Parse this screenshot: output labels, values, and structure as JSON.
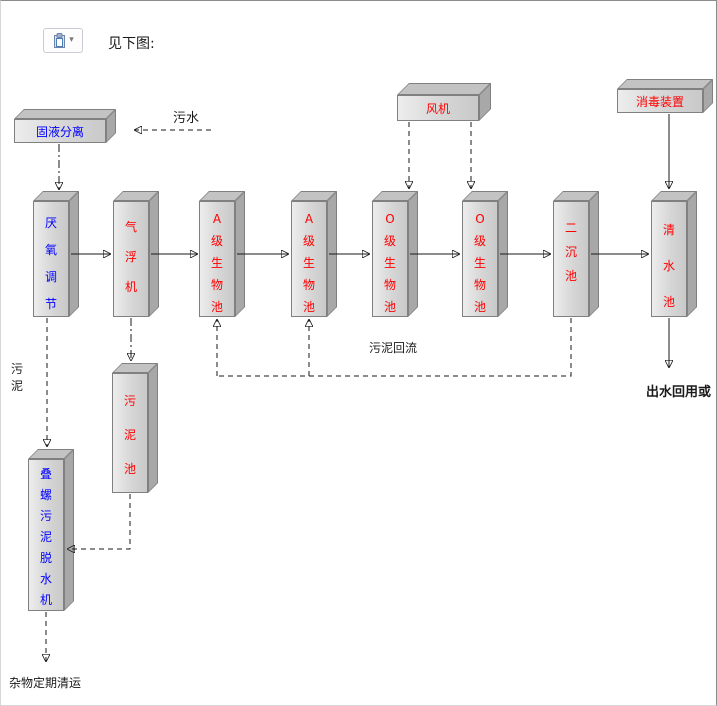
{
  "caption": "见下图:",
  "icons": {
    "chevron_down": "▾"
  },
  "colors": {
    "text_blue": "#0000ff",
    "text_red": "#ff0000"
  },
  "diagram": {
    "top_boxes": {
      "separator": "固液分离",
      "fan": "风机",
      "disinfection": "消毒装置"
    },
    "process": [
      "厌氧调节",
      "气浮机",
      "A级生物池",
      "A级生物池",
      "O级生物池",
      "O级生物池",
      "二沉池",
      "清水池"
    ],
    "side_boxes": {
      "sludge_tank": "污泥池",
      "dewatering": "叠螺污泥脱水机"
    },
    "labels": {
      "influent": "污水",
      "sludge": "污泥",
      "sludge_return": "污泥回流",
      "effluent": "出水回用或",
      "debris_removal": "杂物定期清运"
    }
  }
}
